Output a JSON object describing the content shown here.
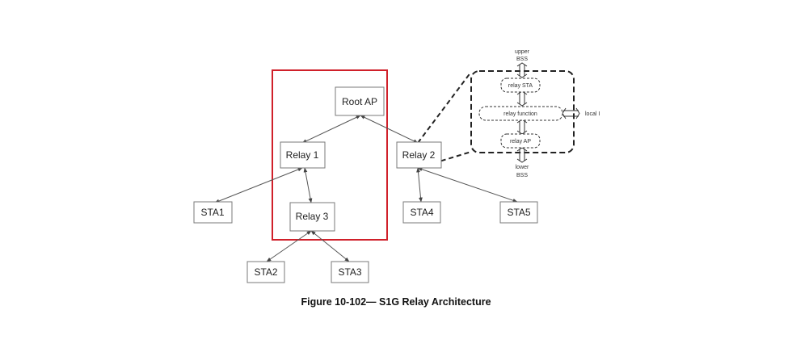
{
  "nodes": {
    "root_ap": "Root AP",
    "relay1": "Relay 1",
    "relay2": "Relay 2",
    "relay3": "Relay 3",
    "sta1": "STA1",
    "sta2": "STA2",
    "sta3": "STA3",
    "sta4": "STA4",
    "sta5": "STA5"
  },
  "detail": {
    "upper_line1": "upper",
    "upper_line2": "BSS",
    "relay_sta": "relay STA",
    "relay_function": "relay function",
    "relay_ap": "relay AP",
    "local": "local I",
    "lower_line1": "lower",
    "lower_line2": "BSS"
  },
  "caption": "Figure 10-102— S1G Relay Architecture",
  "colors": {
    "highlight_box": "#d0202a",
    "node_border": "#7a7a7a",
    "edge": "#555555"
  }
}
